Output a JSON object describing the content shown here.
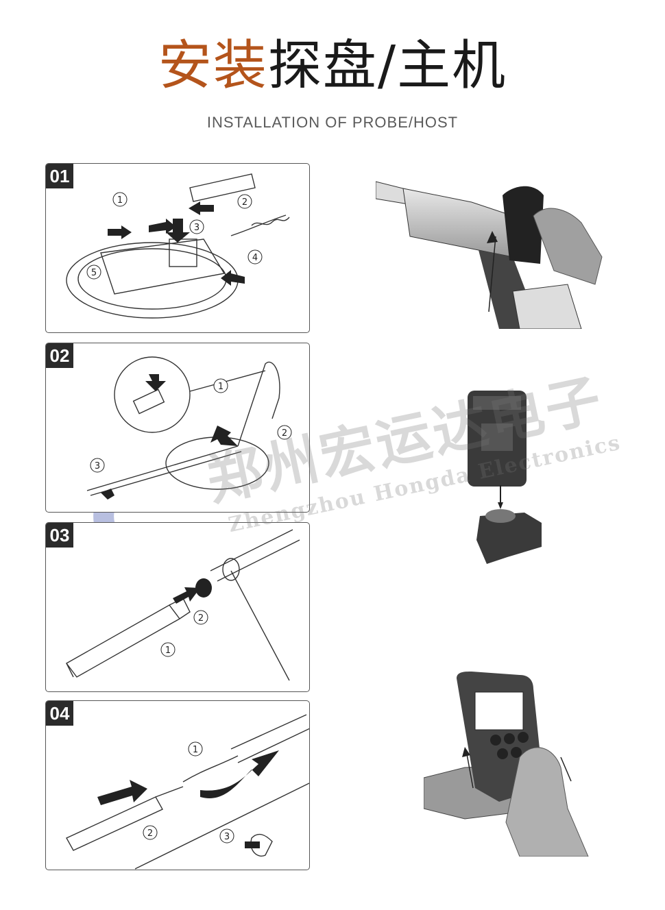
{
  "header": {
    "title_accent": "安装",
    "title_rest": "探盘/主机",
    "subtitle": "INSTALLATION OF PROBE/HOST"
  },
  "steps": [
    {
      "number": "01",
      "callouts": [
        "1",
        "2",
        "3",
        "4",
        "5"
      ]
    },
    {
      "number": "02",
      "callouts": [
        "1",
        "2",
        "3"
      ]
    },
    {
      "number": "03",
      "callouts": [
        "1",
        "2"
      ]
    },
    {
      "number": "04",
      "callouts": [
        "1",
        "2",
        "3"
      ]
    }
  ],
  "watermark": {
    "chinese": "郑州宏运达电子",
    "english": "Zhengzhou Hongda Electronics"
  },
  "colors": {
    "accent": "#b4541b",
    "text": "#1a1a1a",
    "subtitle": "#5a5a5a",
    "logo": "#b8bfe0"
  }
}
